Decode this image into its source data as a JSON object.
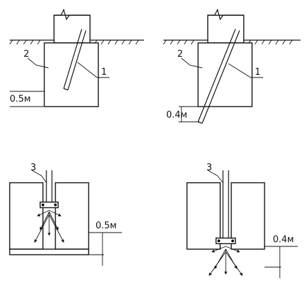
{
  "figures": [
    {
      "id": "fig-top-left",
      "labels": {
        "pipe": "1",
        "wall": "2"
      },
      "depth": "0.5м"
    },
    {
      "id": "fig-top-right",
      "labels": {
        "pipe": "1",
        "wall": "2"
      },
      "depth": "0.4м"
    },
    {
      "id": "fig-bottom-left",
      "labels": {
        "pipe": "3"
      },
      "depth": "0.5м"
    },
    {
      "id": "fig-bottom-right",
      "labels": {
        "pipe": "3"
      },
      "depth": "0.4м"
    }
  ]
}
